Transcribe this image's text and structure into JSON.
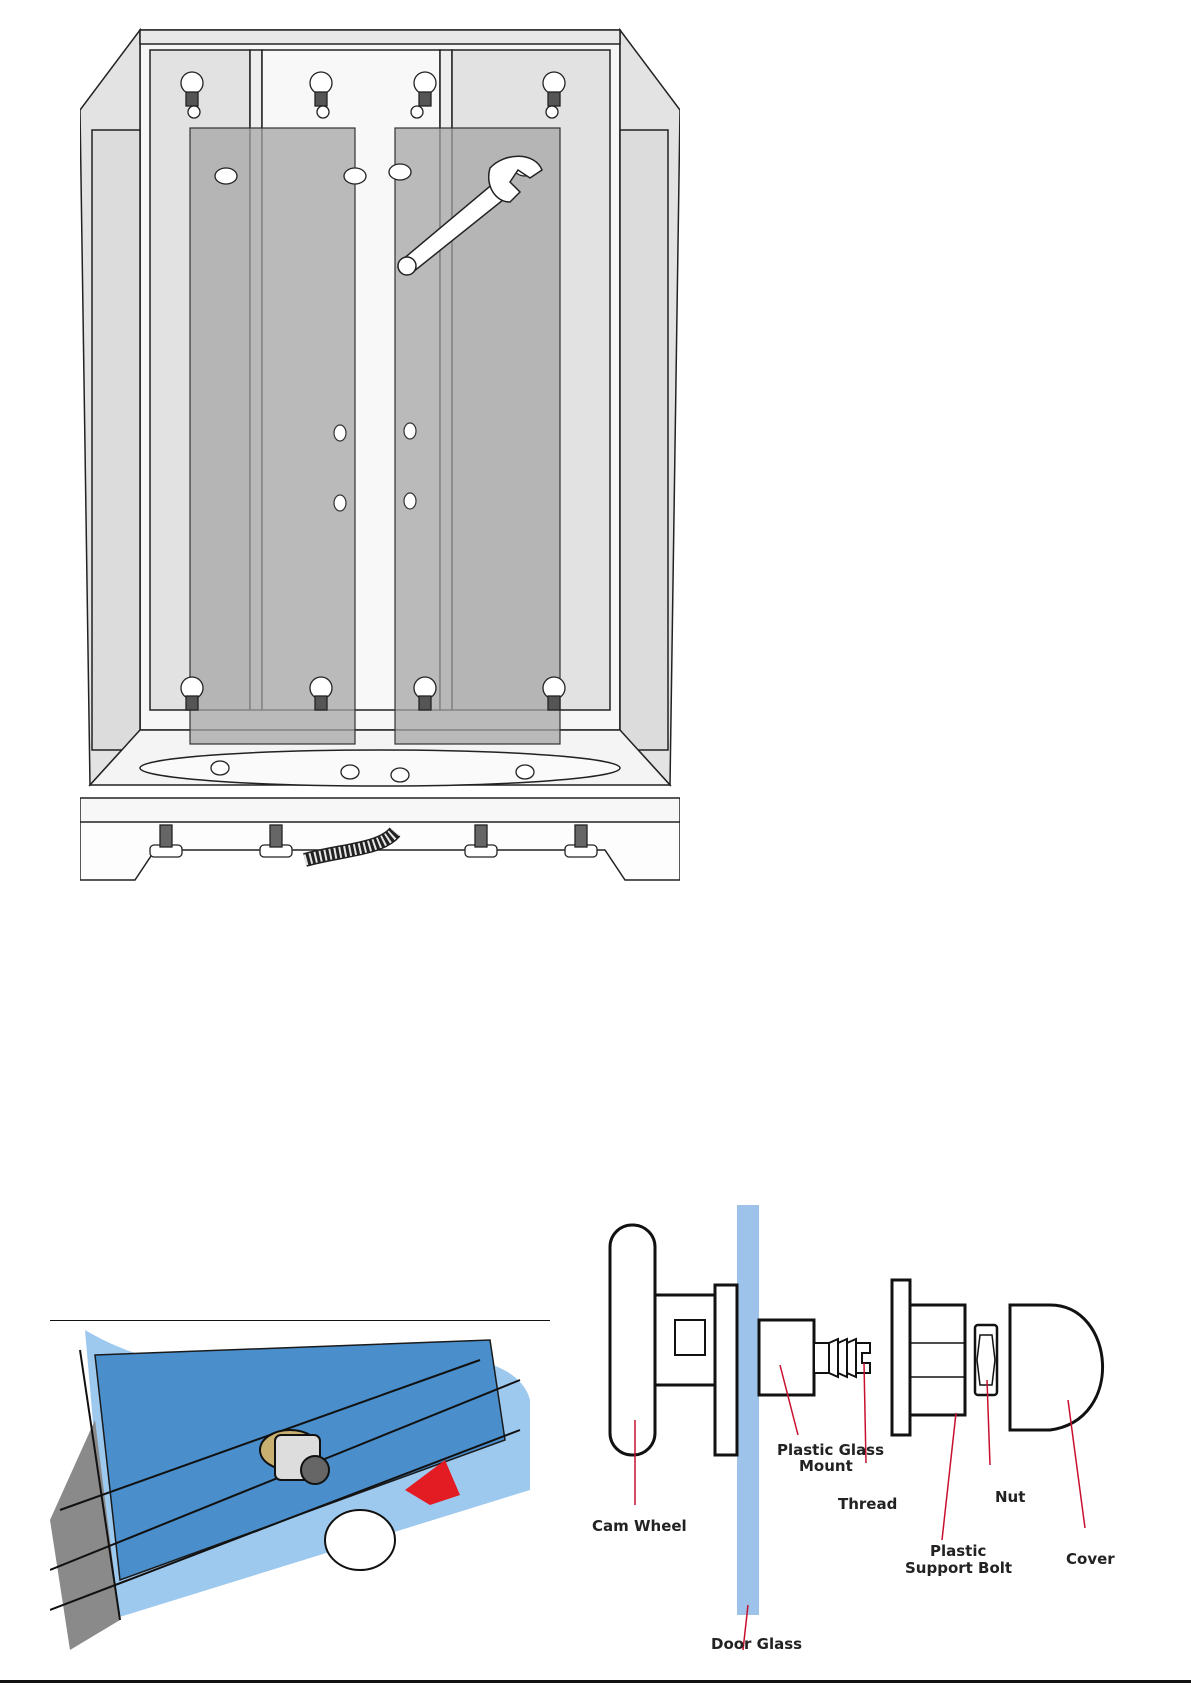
{
  "labels": {
    "cam_wheel": "Cam Wheel",
    "plastic_glass_mount_line1": "Plastic Glass",
    "plastic_glass_mount_line2": "Mount",
    "thread": "Thread",
    "nut": "Nut",
    "plastic_support_bolt_line1": "Plastic",
    "plastic_support_bolt_line2": "Support Bolt",
    "cover": "Cover",
    "door_glass": "Door Glass"
  },
  "colors": {
    "door_glass": "#9ec3ea",
    "closeup_blue": "#4a8fcb",
    "leader_line": "#c8102e",
    "arrow": "#e31b23",
    "glass_panel_grey": "#b5b5b5"
  }
}
